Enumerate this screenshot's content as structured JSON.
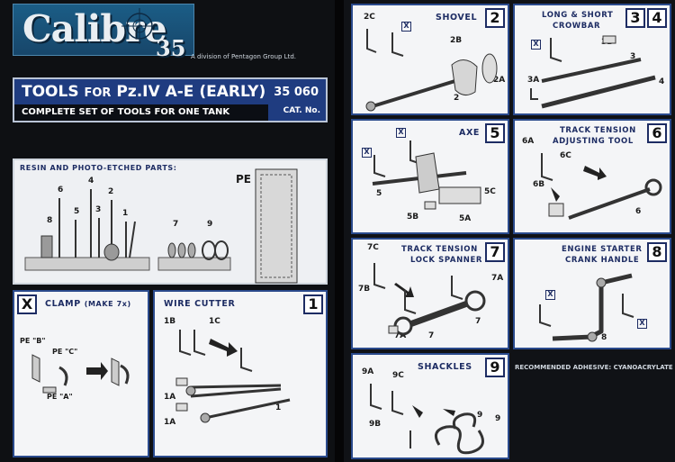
{
  "header": {
    "brand": "Calibre",
    "brand_num": "35",
    "division": "A division of Pentagon Group Ltd.",
    "title_main": "TOOLS",
    "title_for": "FOR",
    "title_model": "Pz.IV A-E (EARLY)",
    "cat_number": "35 060",
    "subtitle": "COMPLETE SET OF TOOLS FOR ONE TANK",
    "cat_label": "CAT. No."
  },
  "parts_panel": {
    "title": "RESIN AND PHOTO-ETCHED PARTS:",
    "pe_label": "PE",
    "labels": [
      "6",
      "4",
      "2",
      "8",
      "5",
      "3",
      "1",
      "7",
      "9"
    ]
  },
  "clamp": {
    "badge": "X",
    "title": "CLAMP",
    "title_note": "(MAKE 7x)",
    "labels": [
      "PE \"B\"",
      "PE \"C\"",
      "PE \"A\""
    ]
  },
  "wire_cutter": {
    "title": "WIRE CUTTER",
    "num": "1",
    "labels": [
      "1B",
      "1C",
      "1A",
      "1A",
      "1"
    ]
  },
  "shovel": {
    "title": "SHOVEL",
    "num": "2",
    "labels": [
      "2C",
      "2B",
      "2A",
      "2"
    ],
    "x": "X"
  },
  "crowbar": {
    "title_1": "LONG & SHORT",
    "title_2": "CROWBAR",
    "num_a": "3",
    "num_b": "4",
    "labels": [
      "3B",
      "3",
      "3A",
      "4"
    ],
    "x": "X"
  },
  "axe": {
    "title": "AXE",
    "num": "5",
    "labels": [
      "5",
      "5B",
      "5A",
      "5C"
    ],
    "x": "X"
  },
  "track_tension_tool": {
    "title_1": "TRACK TENSION",
    "title_2": "ADJUSTING TOOL",
    "num": "6",
    "labels": [
      "6A",
      "6C",
      "6B",
      "6"
    ]
  },
  "lock_spanner": {
    "title_1": "TRACK TENSION",
    "title_2": "LOCK SPANNER",
    "num": "7",
    "labels": [
      "7C",
      "7B",
      "7A",
      "7",
      "7A",
      "7"
    ]
  },
  "starter_crank": {
    "title_1": "ENGINE STARTER",
    "title_2": "CRANK HANDLE",
    "num": "8",
    "labels": [
      "8"
    ],
    "x": "X"
  },
  "shackles": {
    "title": "SHACKLES",
    "num": "9",
    "labels": [
      "9A",
      "9C",
      "9B",
      "9",
      "9"
    ]
  },
  "adhesive_note": "RECOMMENDED ADHESIVE: CYANOACRYLATE"
}
